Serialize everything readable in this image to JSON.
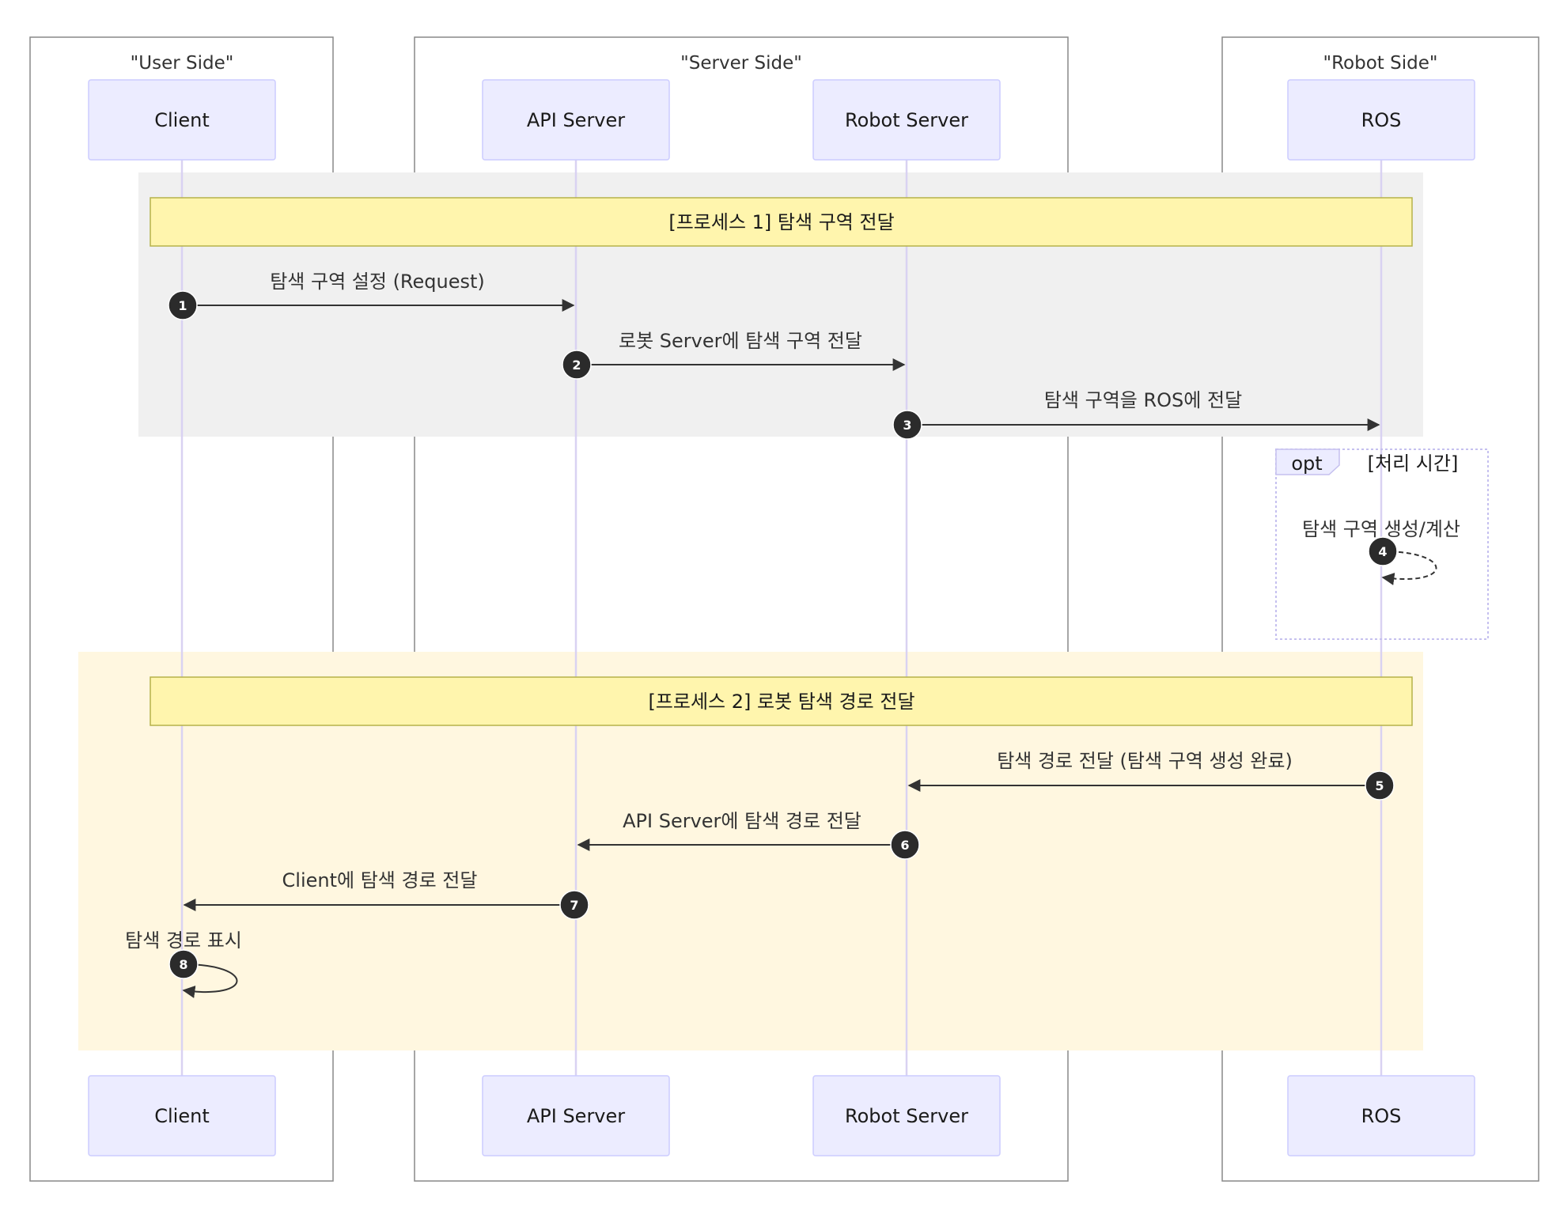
{
  "colors": {
    "actor_fill": "#ececff",
    "actor_stroke": "#ccccff",
    "lifeline": "#d9d2f2",
    "box_stroke": "#888888",
    "rect_process1": "#f0f0f0",
    "rect_process2": "#fff7e0",
    "note_fill": "#fff5ad",
    "note_stroke": "#b5b24a",
    "arrow": "#333333",
    "number_fill": "#2b2b2b",
    "opt_stroke": "#c5c0ef",
    "opt_tab": "#ececff"
  },
  "boxes": [
    {
      "id": "user",
      "label": "\"User Side\""
    },
    {
      "id": "server",
      "label": "\"Server Side\""
    },
    {
      "id": "robot",
      "label": "\"Robot Side\""
    }
  ],
  "participants": [
    {
      "id": "client",
      "label": "Client"
    },
    {
      "id": "api",
      "label": "API Server"
    },
    {
      "id": "robot_server",
      "label": "Robot Server"
    },
    {
      "id": "ros",
      "label": "ROS"
    }
  ],
  "notes": [
    {
      "id": "p1",
      "text": "[프로세스 1] 탐색 구역 전달"
    },
    {
      "id": "p2",
      "text": "[프로세스 2] 로봇 탐색 경로 전달"
    }
  ],
  "opt_block": {
    "tag": "opt",
    "condition": "[처리 시간]"
  },
  "messages": [
    {
      "num": "1",
      "from": "client",
      "to": "api",
      "text": "탐색 구역 설정 (Request)",
      "style": "solid"
    },
    {
      "num": "2",
      "from": "api",
      "to": "robot_server",
      "text": "로봇 Server에 탐색 구역 전달",
      "style": "solid"
    },
    {
      "num": "3",
      "from": "robot_server",
      "to": "ros",
      "text": "탐색 구역을 ROS에 전달",
      "style": "solid"
    },
    {
      "num": "4",
      "from": "ros",
      "to": "ros",
      "text": "탐색 구역 생성/계산",
      "style": "dashed"
    },
    {
      "num": "5",
      "from": "ros",
      "to": "robot_server",
      "text": "탐색 경로 전달 (탐색 구역 생성 완료)",
      "style": "solid"
    },
    {
      "num": "6",
      "from": "robot_server",
      "to": "api",
      "text": "API Server에 탐색 경로 전달",
      "style": "solid"
    },
    {
      "num": "7",
      "from": "api",
      "to": "client",
      "text": "Client에 탐색 경로 전달",
      "style": "solid"
    },
    {
      "num": "8",
      "from": "client",
      "to": "client",
      "text": "탐색 경로 표시",
      "style": "solid"
    }
  ]
}
